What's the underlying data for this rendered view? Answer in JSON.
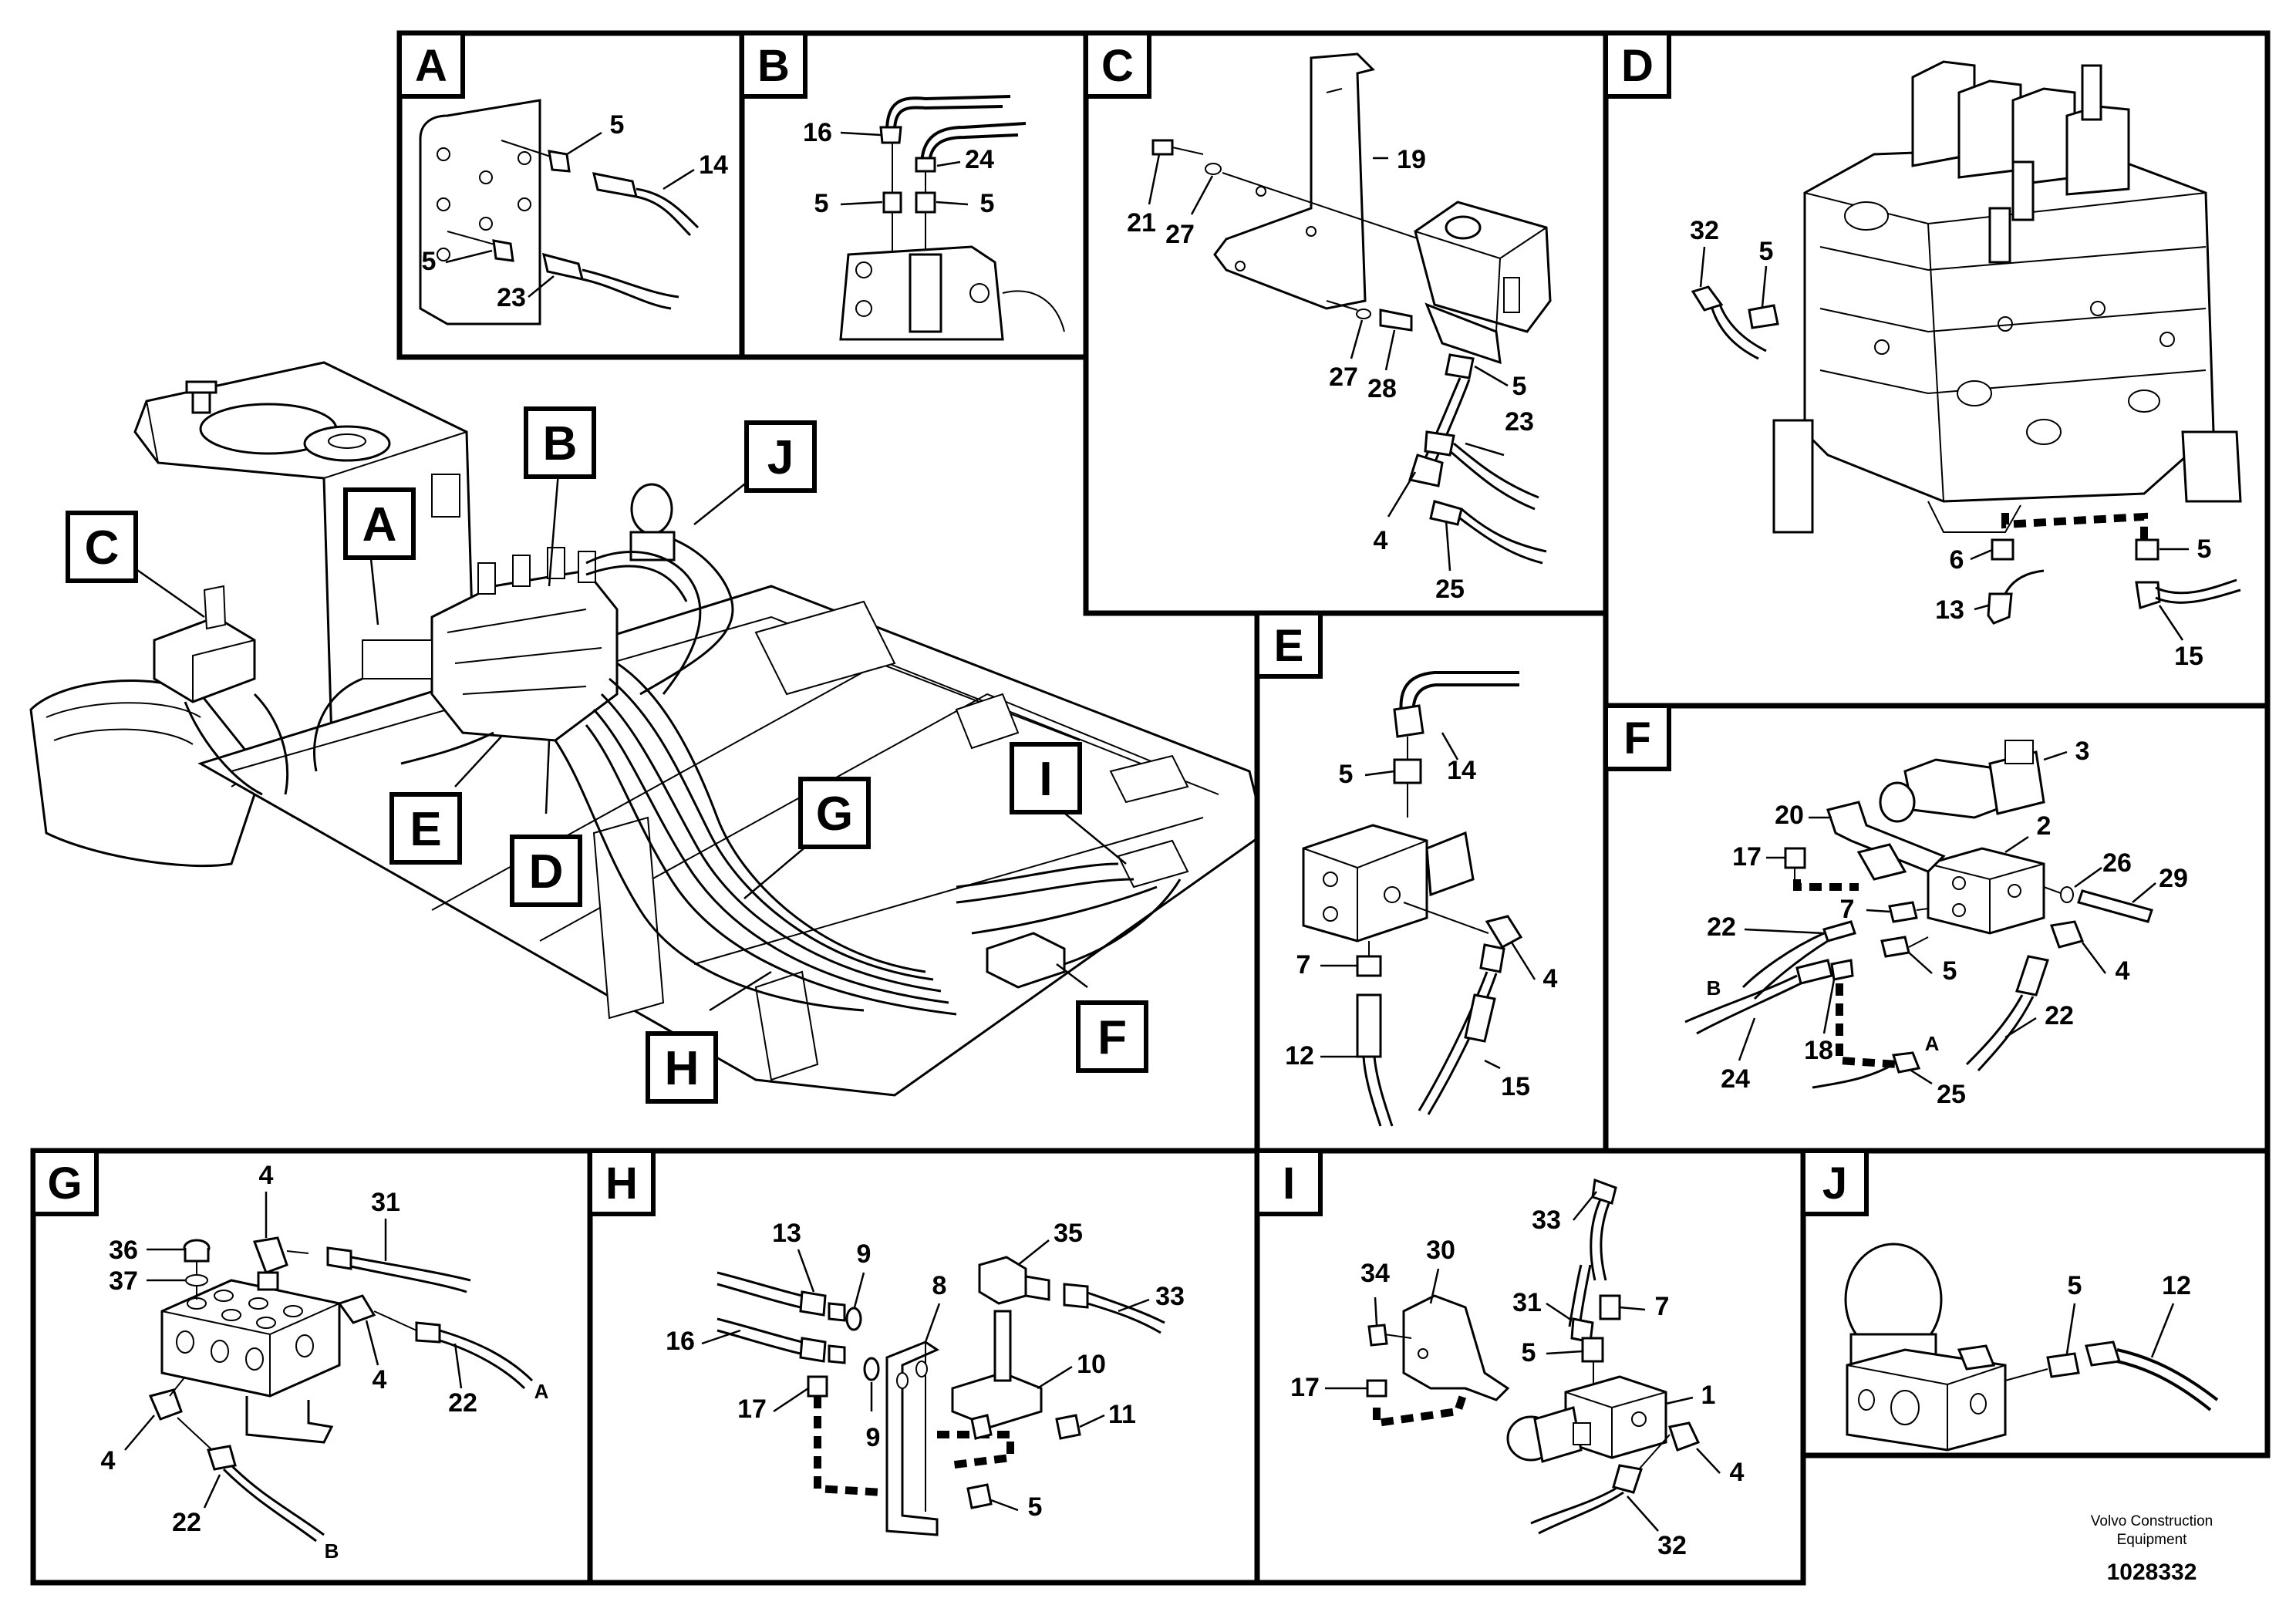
{
  "overview": {
    "callouts": [
      "A",
      "B",
      "C",
      "D",
      "E",
      "F",
      "G",
      "H",
      "I",
      "J"
    ]
  },
  "panels": {
    "A": {
      "letter": "A",
      "labels": [
        "5",
        "14",
        "5",
        "23"
      ]
    },
    "B": {
      "letter": "B",
      "labels": [
        "16",
        "24",
        "5",
        "5"
      ]
    },
    "C": {
      "letter": "C",
      "labels": [
        "19",
        "21",
        "27",
        "27",
        "28",
        "5",
        "23",
        "4",
        "25"
      ]
    },
    "D": {
      "letter": "D",
      "labels": [
        "32",
        "5",
        "6",
        "5",
        "13",
        "15"
      ]
    },
    "E": {
      "letter": "E",
      "labels": [
        "14",
        "5",
        "7",
        "4",
        "12",
        "15"
      ]
    },
    "F": {
      "letter": "F",
      "labels": [
        "3",
        "20",
        "2",
        "17",
        "26",
        "29",
        "7",
        "22",
        "5",
        "4",
        "22",
        "24",
        "18",
        "25"
      ],
      "ports": [
        "B",
        "A"
      ]
    },
    "G": {
      "letter": "G",
      "labels": [
        "4",
        "31",
        "36",
        "37",
        "4",
        "22",
        "4",
        "22"
      ],
      "ports": [
        "A",
        "B"
      ]
    },
    "H": {
      "letter": "H",
      "labels": [
        "13",
        "9",
        "35",
        "33",
        "8",
        "16",
        "10",
        "17",
        "9",
        "11",
        "5"
      ]
    },
    "I": {
      "letter": "I",
      "labels": [
        "33",
        "34",
        "30",
        "31",
        "7",
        "5",
        "17",
        "1",
        "4",
        "32"
      ]
    },
    "J": {
      "letter": "J",
      "labels": [
        "5",
        "12"
      ]
    }
  },
  "footer": {
    "company_line1": "Volvo Construction",
    "company_line2": "Equipment",
    "drawing_number": "1028332"
  }
}
